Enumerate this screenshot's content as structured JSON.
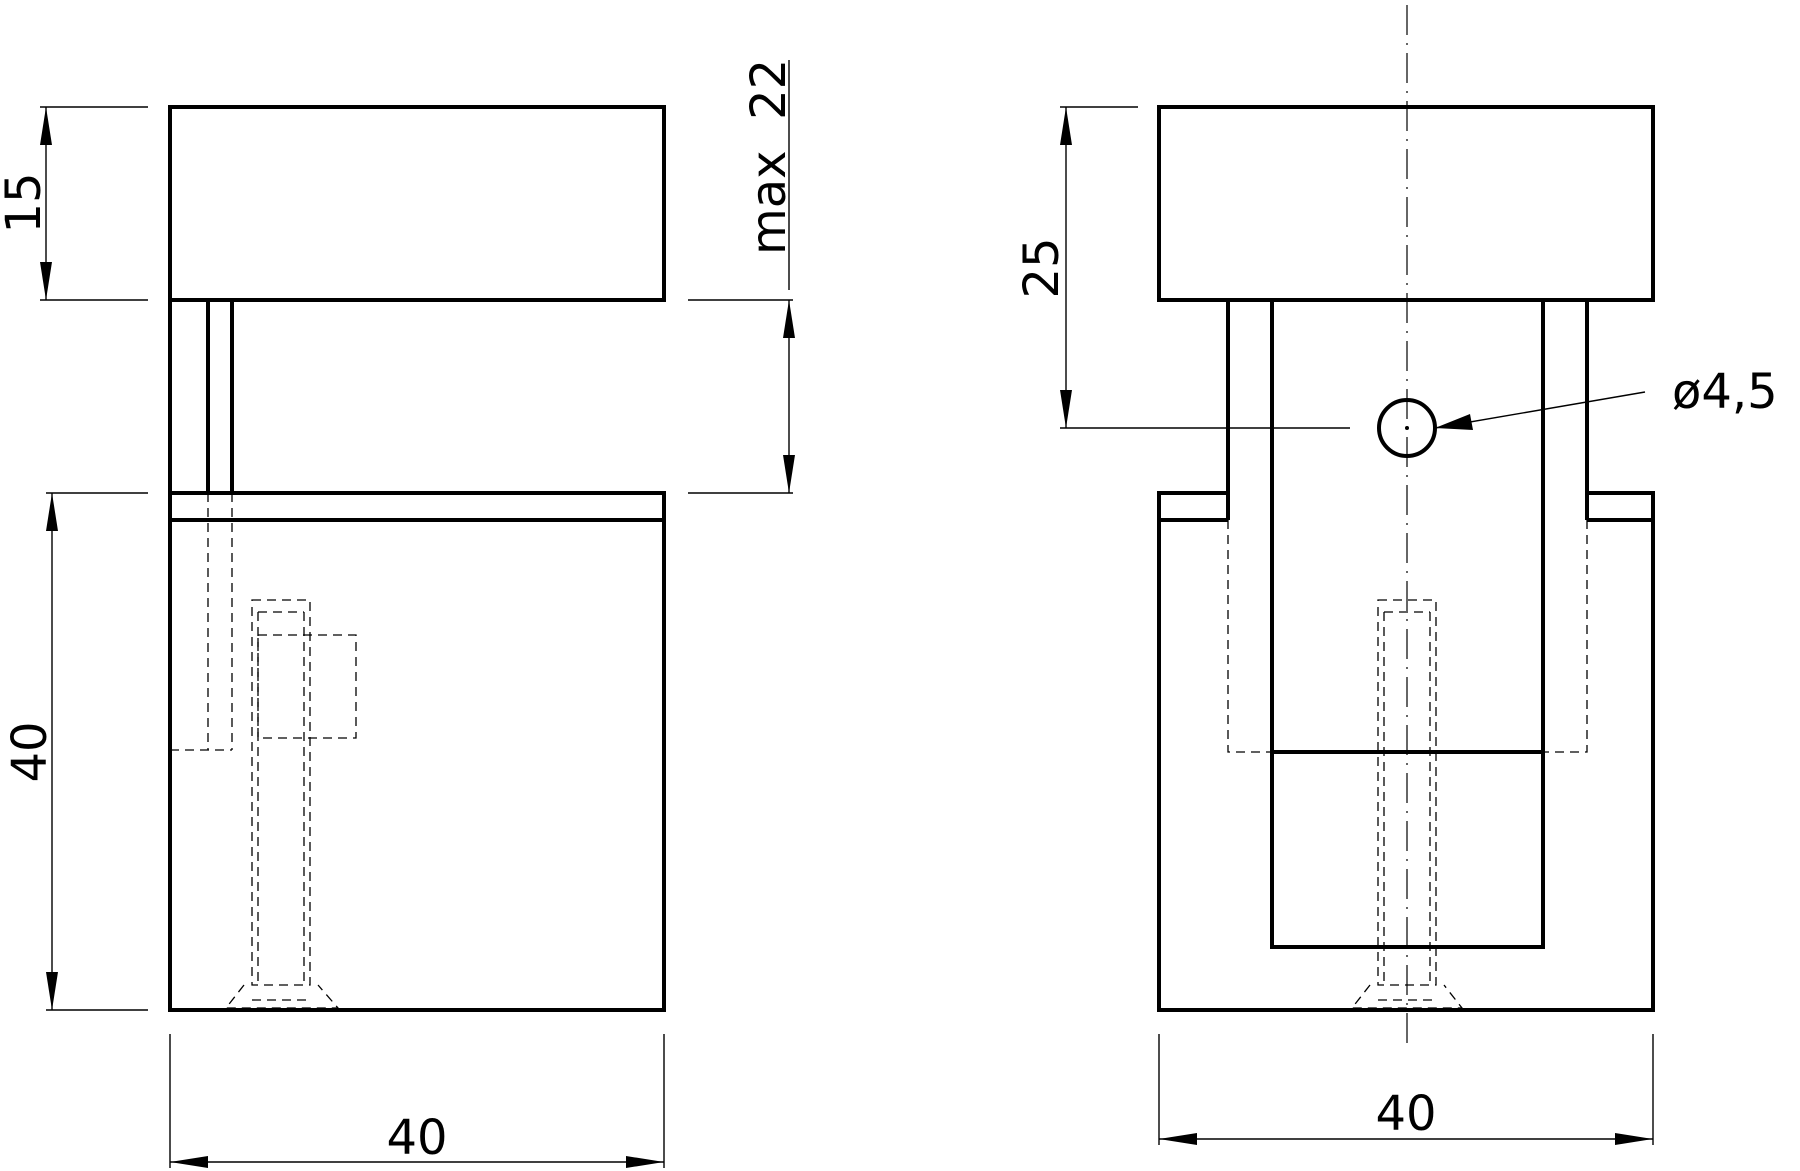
{
  "drawing": {
    "dimensions": {
      "front_top_height": "15",
      "front_gap": "max  22",
      "front_body_height": "40",
      "front_width": "40",
      "side_hole_height": "25",
      "side_hole_diameter": "ø4,5",
      "side_width": "40"
    },
    "colors": {
      "line": "#000000",
      "background": "#ffffff"
    }
  }
}
